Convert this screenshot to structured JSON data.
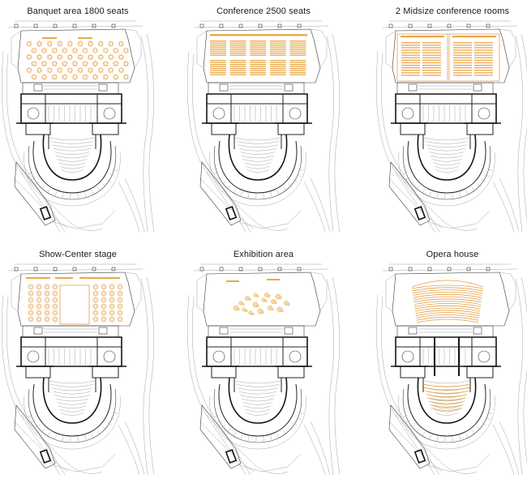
{
  "accent_color": "#e3a045",
  "panels": [
    {
      "id": "banquet",
      "title": "Banquet area 1800 seats",
      "layout": "banquet"
    },
    {
      "id": "conference",
      "title": "Conference 2500 seats",
      "layout": "conference"
    },
    {
      "id": "midsize",
      "title": "2 Midsize conference rooms",
      "layout": "midsize"
    },
    {
      "id": "showcenter",
      "title": "Show-Center stage",
      "layout": "showcenter"
    },
    {
      "id": "exhibition",
      "title": "Exhibition area",
      "layout": "exhibition"
    },
    {
      "id": "opera",
      "title": "Opera house",
      "layout": "opera"
    }
  ]
}
